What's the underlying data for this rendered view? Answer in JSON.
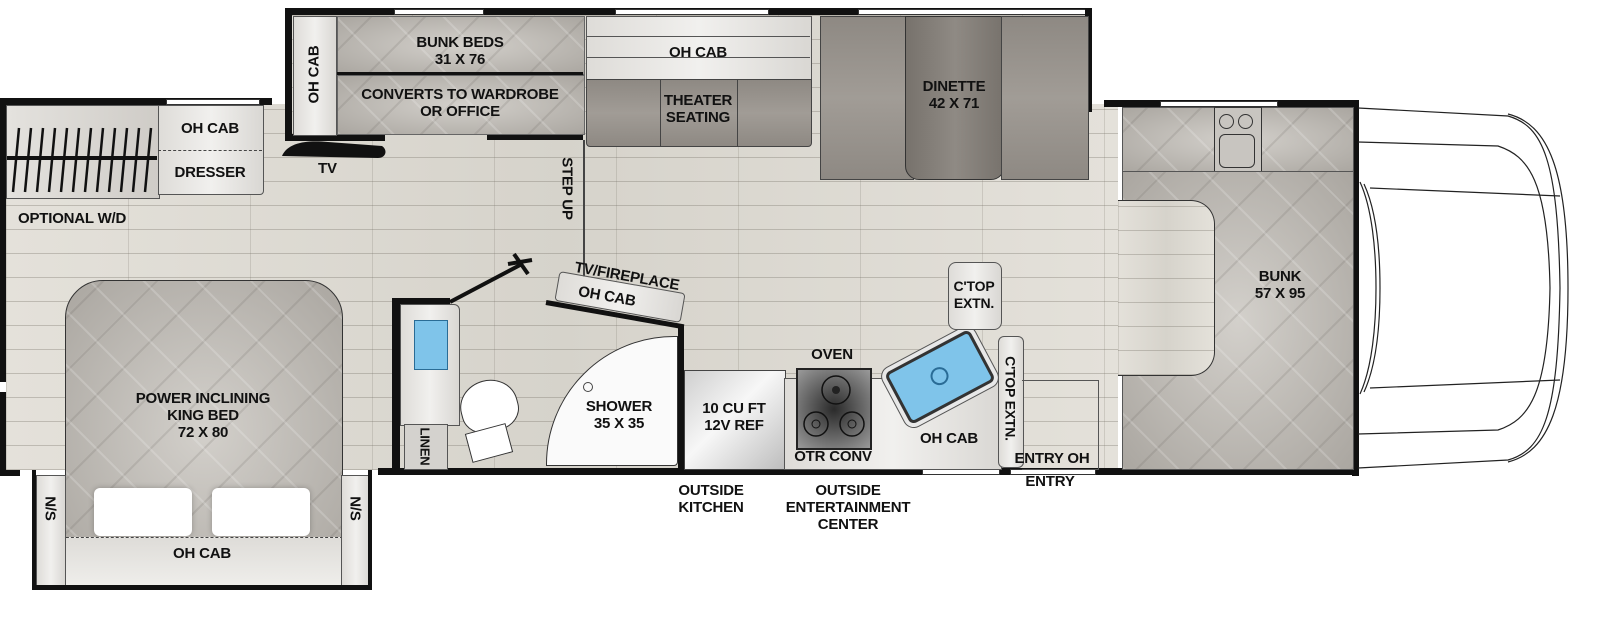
{
  "floorplan": {
    "rooms": {
      "laundry": {
        "label": "OPTIONAL W/D"
      },
      "rear_oh_cab": {
        "label": "OH CAB"
      },
      "dresser": {
        "label": "DRESSER"
      },
      "tv_rear": {
        "label": "TV"
      },
      "bunk_oh_cab": {
        "label": "OH CAB"
      },
      "bunk_beds": {
        "line1": "BUNK BEDS",
        "line2": "31 X 76"
      },
      "wardrobe": {
        "line1": "CONVERTS TO WARDROBE",
        "line2": "OR OFFICE"
      },
      "theater_oh_cab": {
        "label": "OH CAB"
      },
      "theater": {
        "line1": "THEATER",
        "line2": "SEATING"
      },
      "dinette": {
        "line1": "DINETTE",
        "line2": "42 X 71"
      },
      "step_up": {
        "label": "STEP UP"
      },
      "tv_fireplace": {
        "label": "TV/FIREPLACE"
      },
      "fireplace_oh_cab": {
        "label": "OH CAB"
      },
      "king_bed": {
        "line1": "POWER INCLINING",
        "line2": "KING BED",
        "line3": "72 X 80"
      },
      "nightstand_left": {
        "label": "N/S"
      },
      "nightstand_right": {
        "label": "N/S"
      },
      "bed_oh_cab": {
        "label": "OH CAB"
      },
      "linen": {
        "label": "LINEN"
      },
      "shower": {
        "line1": "SHOWER",
        "line2": "35 X 35"
      },
      "fridge": {
        "line1": "10 CU FT",
        "line2": "12V REF"
      },
      "oven": {
        "label": "OVEN"
      },
      "otr_conv": {
        "label": "OTR CONV"
      },
      "kitchen_oh_cab": {
        "label": "OH CAB"
      },
      "ctop_extn_1": {
        "line1": "C'TOP",
        "line2": "EXTN."
      },
      "ctop_extn_2": {
        "label": "C'TOP EXTN."
      },
      "entry_oh": {
        "label": "ENTRY OH"
      },
      "bunk_cab": {
        "line1": "BUNK",
        "line2": "57 X 95"
      }
    },
    "exterior": {
      "outside_kitchen": {
        "line1": "OUTSIDE",
        "line2": "KITCHEN"
      },
      "outside_entertainment": {
        "line1": "OUTSIDE",
        "line2": "ENTERTAINMENT",
        "line3": "CENTER"
      },
      "entry": {
        "label": "ENTRY"
      }
    },
    "colors": {
      "wall": "#111111",
      "floor": "#dcd9d1",
      "mattress": "#bdb9b3",
      "seating": "#9a958f",
      "sink_water": "#7fc4ea"
    }
  }
}
